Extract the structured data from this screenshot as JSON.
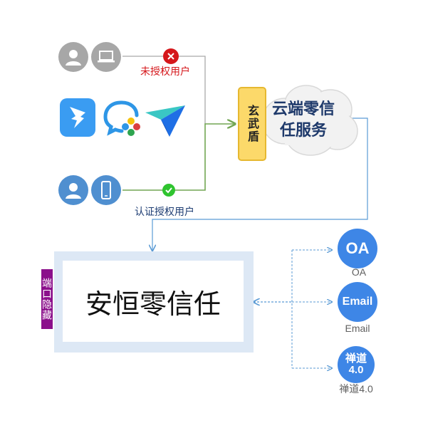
{
  "top_group": {
    "status_label": "未授权用户",
    "status": "denied",
    "status_color": "#d5171b",
    "device": "laptop"
  },
  "bottom_group": {
    "status_label": "认证授权用户",
    "status": "allowed",
    "status_color": "#2fc42f",
    "device": "phone"
  },
  "apps": [
    "dingtalk-icon",
    "enterprise-wechat-icon",
    "feishu-icon"
  ],
  "shield": {
    "label": "玄武盾",
    "color": "#fcd96a"
  },
  "cloud": {
    "label_line1": "云端零信",
    "label_line2": "任服务"
  },
  "port_hiding": {
    "label": "端口隐藏",
    "color": "#8b0f8b"
  },
  "main_box": {
    "label": "安恒零信任"
  },
  "services": [
    {
      "circle": "OA",
      "label": "OA"
    },
    {
      "circle": "Email",
      "label": "Email"
    },
    {
      "circle_line1": "禅道",
      "circle_line2": "4.0",
      "label": "禅道4.0"
    }
  ],
  "colors": {
    "line_gray": "#a9a9a9",
    "line_green": "#72a653",
    "line_blue": "#5b9bd5"
  }
}
